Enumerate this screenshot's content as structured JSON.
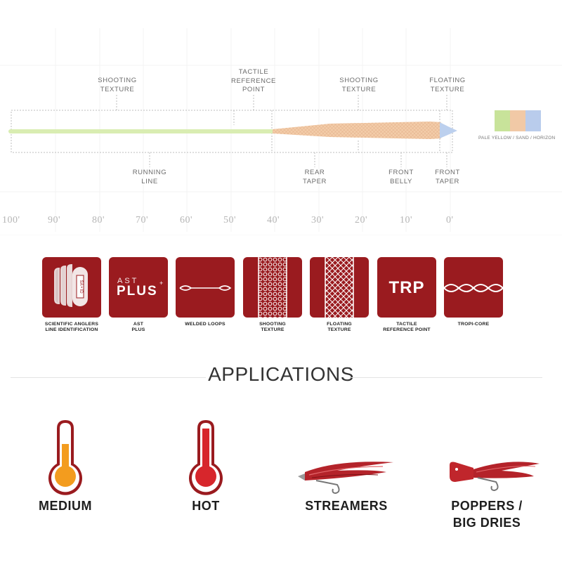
{
  "diagram": {
    "top_labels": [
      {
        "line1": "SHOOTING",
        "line2": "TEXTURE"
      },
      {
        "line1": "TACTILE",
        "line2": "REFERENCE",
        "line3": "POINT"
      },
      {
        "line1": "SHOOTING",
        "line2": "TEXTURE"
      },
      {
        "line1": "FLOATING",
        "line2": "TEXTURE"
      }
    ],
    "bottom_labels": [
      {
        "line1": "RUNNING",
        "line2": "LINE"
      },
      {
        "line1": "REAR",
        "line2": "TAPER"
      },
      {
        "line1": "FRONT",
        "line2": "BELLY"
      },
      {
        "line1": "FRONT",
        "line2": "TAPER"
      }
    ],
    "distance_ticks": [
      "100'",
      "90'",
      "80'",
      "70'",
      "60'",
      "50'",
      "40'",
      "30'",
      "20'",
      "10'",
      "0'"
    ],
    "colors": {
      "label": "PALE YELLOW / SAND / HORIZON",
      "swatches": [
        "#c8e39a",
        "#f1c9a6",
        "#b9ccec"
      ]
    }
  },
  "features": [
    {
      "icon": "line-identification-icon",
      "line1": "SCIENTIFIC ANGLERS",
      "line2": "LINE IDENTIFICATION",
      "mark": "SA • ID"
    },
    {
      "icon": "ast-plus-icon",
      "line1": "AST",
      "line2": "PLUS",
      "mark_top": "AST",
      "mark_bottom": "PLUS",
      "mark_plus": "+"
    },
    {
      "icon": "welded-loops-icon",
      "line1": "WELDED LOOPS",
      "line2": ""
    },
    {
      "icon": "shooting-texture-icon",
      "line1": "SHOOTING",
      "line2": "TEXTURE"
    },
    {
      "icon": "floating-texture-icon",
      "line1": "FLOATING",
      "line2": "TEXTURE"
    },
    {
      "icon": "trp-icon",
      "line1": "TACTILE",
      "line2": "REFERENCE POINT",
      "mark": "TRP"
    },
    {
      "icon": "tropi-core-icon",
      "line1": "TROPI-CORE",
      "line2": ""
    }
  ],
  "applications": {
    "title": "APPLICATIONS",
    "items": [
      {
        "icon": "thermometer-medium-icon",
        "line1": "MEDIUM",
        "line2": ""
      },
      {
        "icon": "thermometer-hot-icon",
        "line1": "HOT",
        "line2": ""
      },
      {
        "icon": "streamer-fly-icon",
        "line1": "STREAMERS",
        "line2": ""
      },
      {
        "icon": "popper-fly-icon",
        "line1": "POPPERS /",
        "line2": "BIG DRIES"
      }
    ]
  },
  "colors": {
    "brand_red": "#9a1b1f",
    "medium_fill": "#f39c1e",
    "hot_fill": "#d7262c"
  }
}
